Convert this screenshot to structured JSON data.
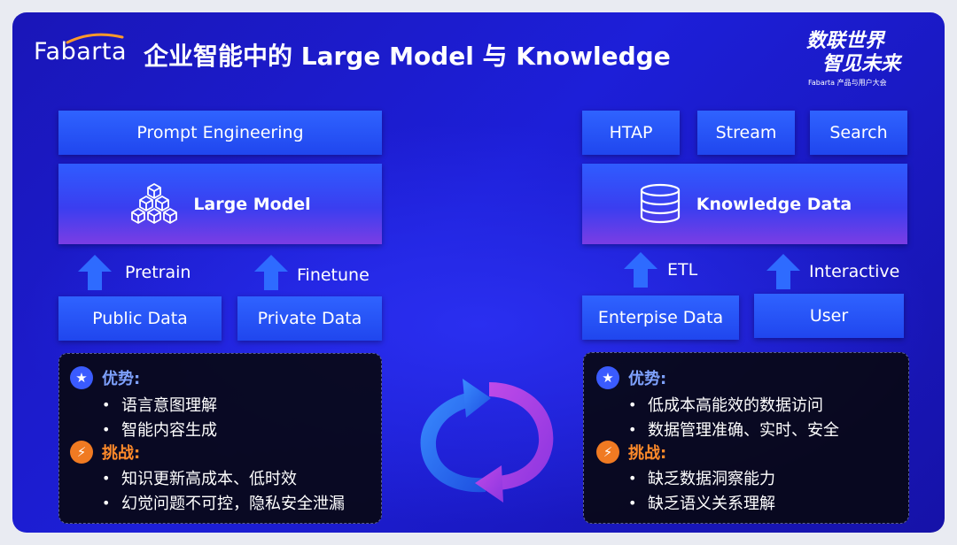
{
  "header": {
    "logo_text": "Fabarta",
    "title": "企业智能中的 Large Model 与 Knowledge",
    "event_line1": "数联世界",
    "event_line2": "智见未来",
    "event_sub": "Fabarta 产品与用户大会"
  },
  "left": {
    "top_box": "Prompt Engineering",
    "main_box": "Large Model",
    "main_icon": "cubes-icon",
    "flows": [
      "Pretrain",
      "Finetune"
    ],
    "sources": [
      "Public Data",
      "Private Data"
    ],
    "panel": {
      "adv_title": "优势:",
      "adv_items": [
        "语言意图理解",
        "智能内容生成"
      ],
      "chal_title": "挑战:",
      "chal_items": [
        "知识更新高成本、低时效",
        "幻觉问题不可控，隐私安全泄漏"
      ]
    }
  },
  "right": {
    "top_boxes": [
      "HTAP",
      "Stream",
      "Search"
    ],
    "main_box": "Knowledge Data",
    "main_icon": "database-icon",
    "flows": [
      "ETL",
      "Interactive"
    ],
    "sources": [
      "Enterpise Data",
      "User"
    ],
    "panel": {
      "adv_title": "优势:",
      "adv_items": [
        "低成本高能效的数据访问",
        "数据管理准确、实时、安全"
      ],
      "chal_title": "挑战:",
      "chal_items": [
        "缺乏数据洞察能力",
        "缺乏语义关系理解"
      ]
    }
  },
  "colors": {
    "background": "#1d1fd8",
    "box_blue": "#2f63ff",
    "gradient_purple": "#7b3de4",
    "arrow_blue": "#2e6bff",
    "arrow_purple": "#9b3de0",
    "advantage_blue": "#3a5bff",
    "challenge_orange": "#f07a22"
  }
}
